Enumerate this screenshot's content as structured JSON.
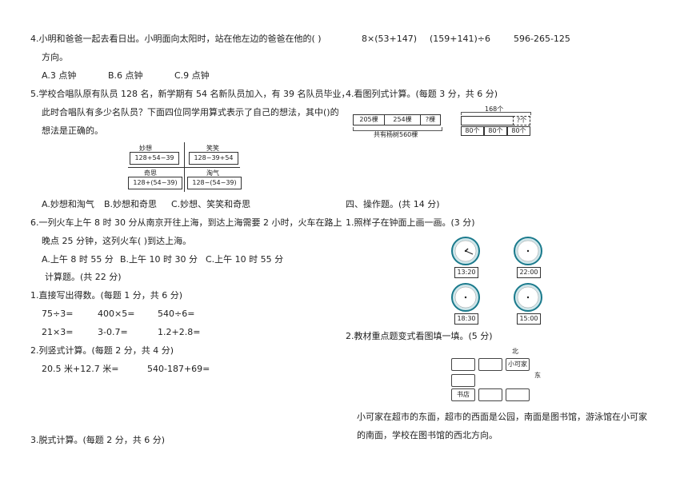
{
  "left": {
    "q4_line1": "4.小明和爸爸一起去看日出。小明面向太阳时，站在他左边的爸爸在他的(    )",
    "q4_line2": "方向。",
    "q4_options": [
      "A.3 点钟",
      "B.6 点钟",
      "C.9 点钟"
    ],
    "q5_line1": "5.学校合唱队原有队员 128 名，新学期有 54 名新队员加入，有 39 名队员毕业，",
    "q5_line2": "此时合唱队有多少名队员？下面四位同学用算式表示了自己的想法，其中()的",
    "q5_line3": "想法是正确的。",
    "quad": [
      {
        "name": "妙想",
        "expr": "128+54−39"
      },
      {
        "name": "笑笑",
        "expr": "128−39+54"
      },
      {
        "name": "奇思",
        "expr": "128+(54−39)"
      },
      {
        "name": "淘气",
        "expr": "128−(54−39)"
      }
    ],
    "q5_options": [
      "A.妙想和淘气",
      "B.妙想和奇思",
      "C.妙想、笑笑和奇思"
    ],
    "q6_line1": "6.一列火车上午 8 时 30 分从南京开往上海，到达上海需要 2 小时，火车在路上",
    "q6_line2": "晚点 25 分钟，这列火车(    )到达上海。",
    "q6_options": [
      "A.上午 8 时 55 分",
      "B.上午 10 时 30 分",
      "C.上午 10 时 55 分"
    ],
    "section3": "计算题。(共 22 分)",
    "s1_title": "1.直接写出得数。(每题 1 分，共 6 分)",
    "s1_row1": [
      "75÷3=",
      "400×5=",
      "540÷6="
    ],
    "s1_row2": [
      "21×3=",
      "3-0.7=",
      "1.2+2.8="
    ],
    "s2_title": "2.列竖式计算。(每题 2 分，共 4 分)",
    "s2_items": [
      "20.5 米+12.7 米=",
      "540-187+69="
    ],
    "s3_title": "3.脱式计算。(每题 2 分，共 6 分)"
  },
  "right": {
    "calc_items": [
      "8×(53+147)",
      "(159+141)÷6",
      "596-265-125"
    ],
    "s4_title": "4.看图列式计算。(每题 3 分，共 6 分)",
    "trees": [
      "205棵",
      "254棵",
      "?棵"
    ],
    "trees_total": "共有杨树560棵",
    "bar_total": "168个",
    "bar_q": "?个",
    "bar_parts": [
      "80个",
      "80个",
      "80个"
    ],
    "section4": "四、操作题。(共 14 分)",
    "op1_title": "1.照样子在钟面上画一画。(3 分)",
    "clock_times": [
      "13:20",
      "22:00",
      "18:30",
      "15:00"
    ],
    "op2_title": "2.教材重点题变式看图填一填。(5 分)",
    "map_north": "北",
    "map_east": "东",
    "map_home": "小可家",
    "map_bookstore": "书店",
    "op2_text1": "小可家在超市的东面，超市的西面是公园，南面是图书馆，游泳馆在小可家",
    "op2_text2": "的南面，学校在图书馆的西北方向。"
  }
}
